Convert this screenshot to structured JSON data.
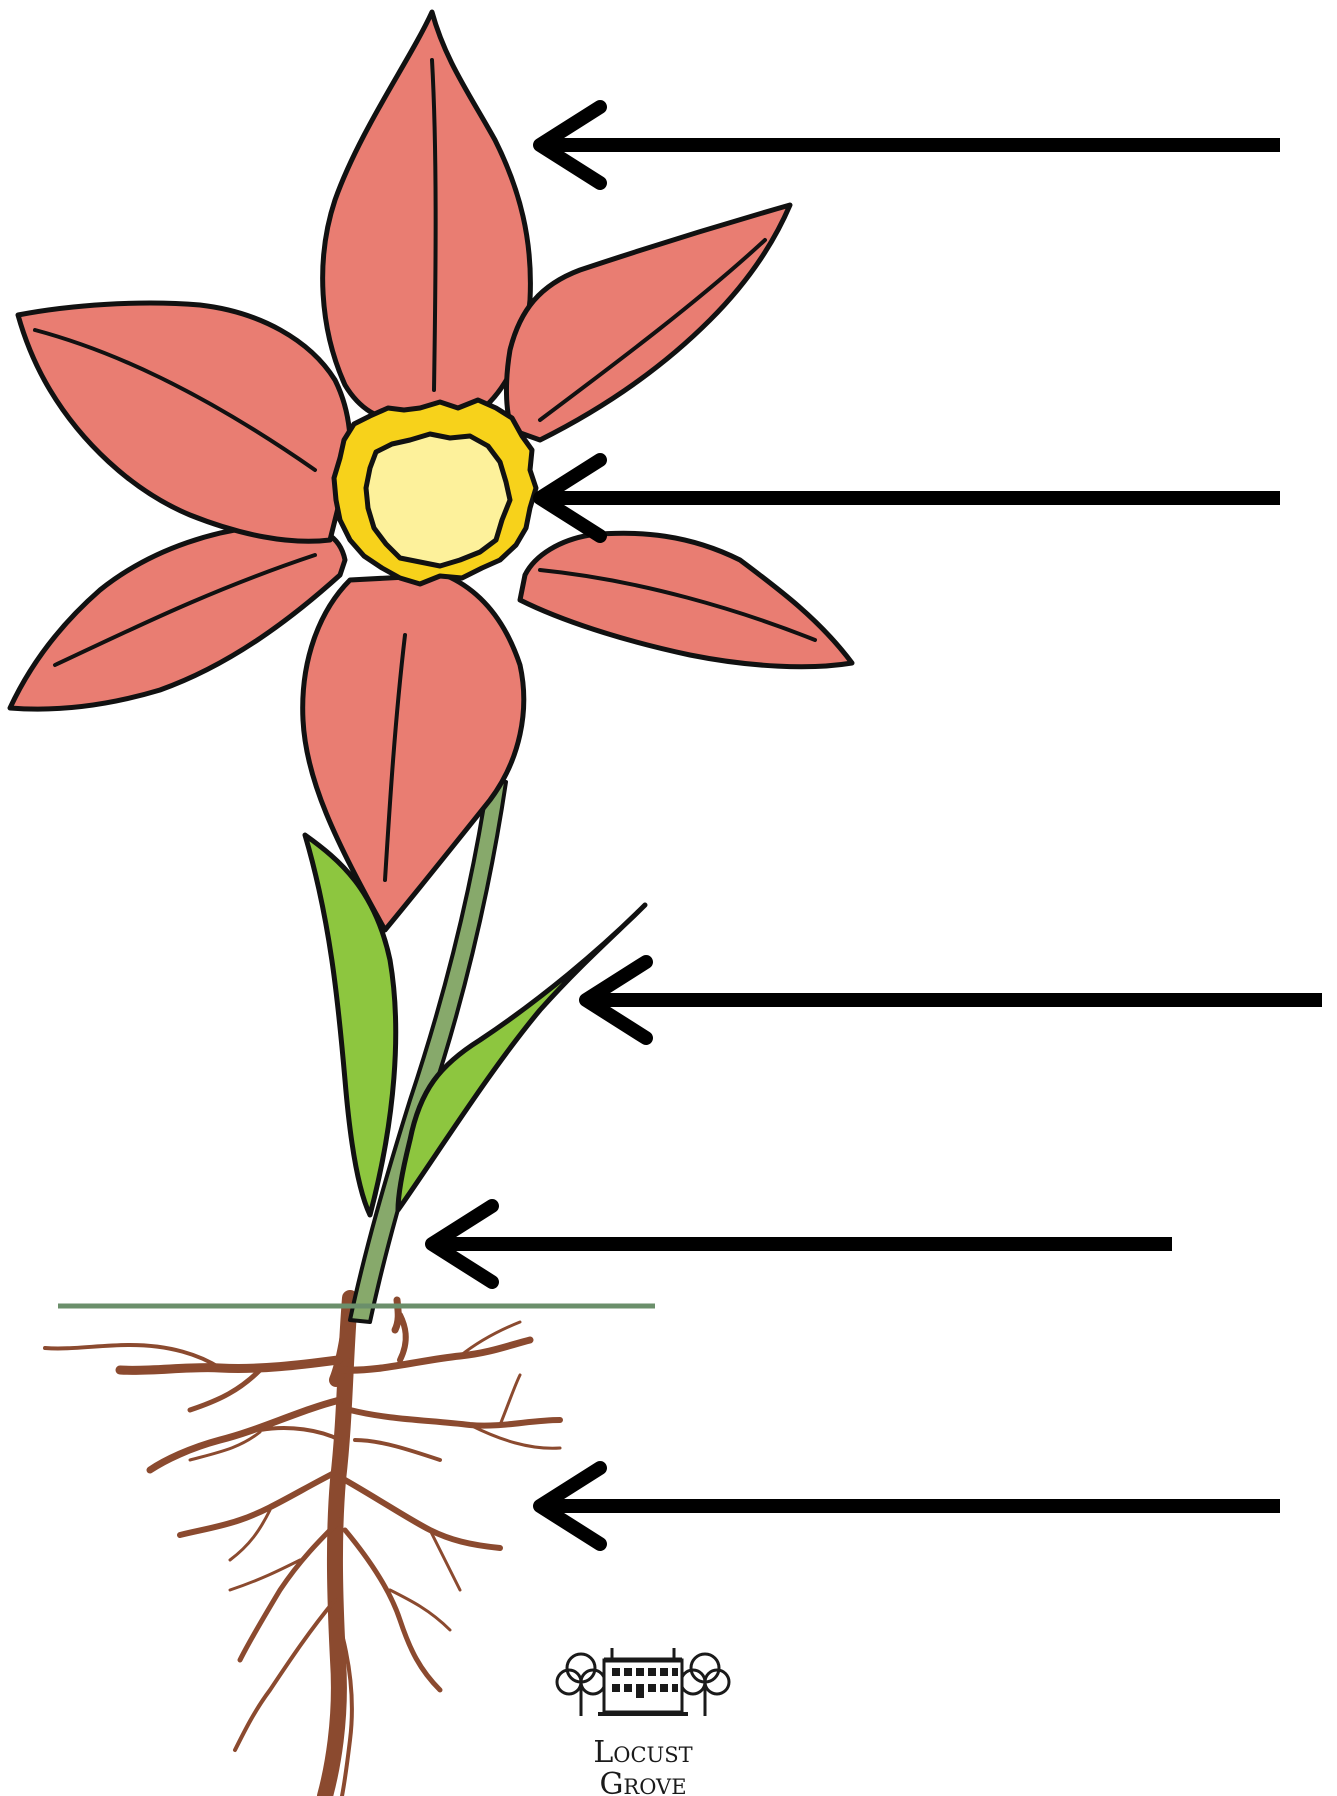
{
  "colors": {
    "petal": "#e97d72",
    "center_ring": "#f7d21b",
    "center": "#fdf19b",
    "leaf": "#8dc63f",
    "stem": "#87a96b",
    "ground_line": "#6b8f6b",
    "root": "#8b4a2f",
    "arrow": "#000000",
    "outline": "#111111"
  },
  "arrows": [
    {
      "points_to": "petal",
      "label": ""
    },
    {
      "points_to": "center",
      "label": ""
    },
    {
      "points_to": "leaf",
      "label": ""
    },
    {
      "points_to": "stem",
      "label": ""
    },
    {
      "points_to": "roots",
      "label": ""
    }
  ],
  "logo": {
    "line1": "Locust",
    "line2": "Grove"
  }
}
